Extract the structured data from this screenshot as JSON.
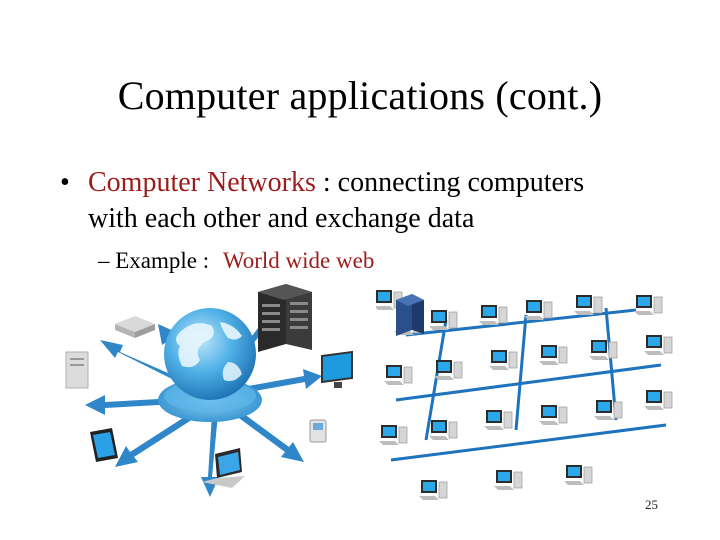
{
  "slide": {
    "title": "Computer applications (cont.)",
    "bullet": {
      "marker": "•",
      "term": "Computer Networks",
      "text_line1": " : connecting computers",
      "text_line2": "with each other and exchange data"
    },
    "sub_bullet": {
      "label": "– Example : ",
      "value": "World wide web"
    },
    "page_number": "25"
  },
  "colors": {
    "accent": "#9b1c1c",
    "text": "#000000",
    "globe": "#3fa0da",
    "arrow": "#2f86c8",
    "monitor_screen": "#1e9be0",
    "line": "#1e73be"
  },
  "icons": [
    "globe-icon",
    "server-rack-icon",
    "desktop-tower-icon",
    "laptop-icon",
    "phone-icon",
    "tablet-icon",
    "router-icon",
    "monitor-icon"
  ]
}
